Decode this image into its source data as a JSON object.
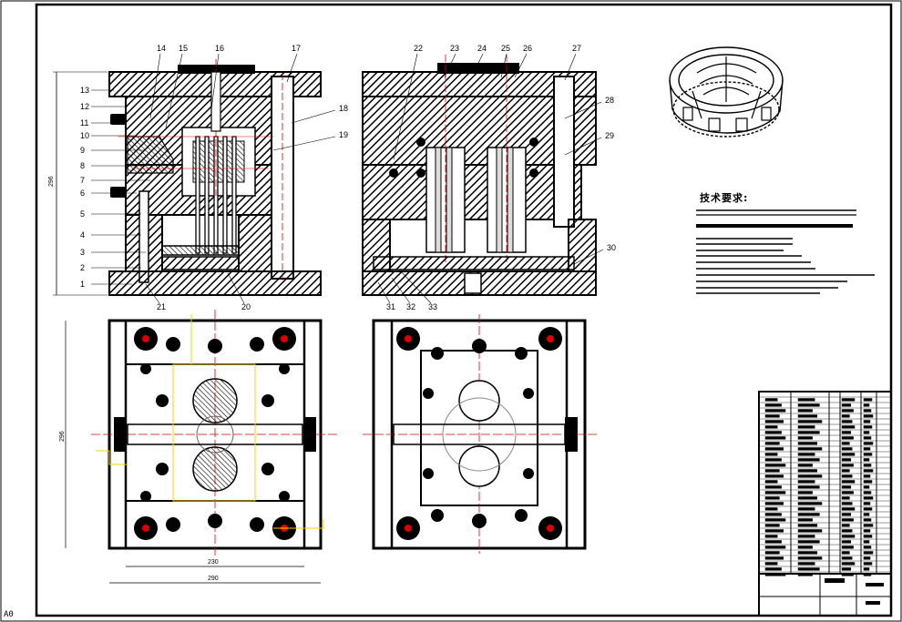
{
  "left_section_callouts": [
    "1",
    "2",
    "3",
    "4",
    "5",
    "6",
    "7",
    "8",
    "9",
    "10",
    "11",
    "12",
    "13",
    "14",
    "15",
    "16",
    "17",
    "18",
    "19",
    "20",
    "21"
  ],
  "right_section_callouts": [
    "22",
    "23",
    "24",
    "25",
    "26",
    "27",
    "28",
    "29",
    "30",
    "31",
    "32",
    "33"
  ],
  "dims": {
    "left_height": "296",
    "plan_height": "296",
    "plan_width_inner": "230",
    "plan_width_outer": "290"
  },
  "tech_requirements_title": "技术要求:",
  "sheet_corner": "A0",
  "colors": {
    "line": "#000000",
    "hatch": "#000000",
    "centerline": "#e00000",
    "construction": "#ffd000",
    "leader": "#d06060"
  }
}
